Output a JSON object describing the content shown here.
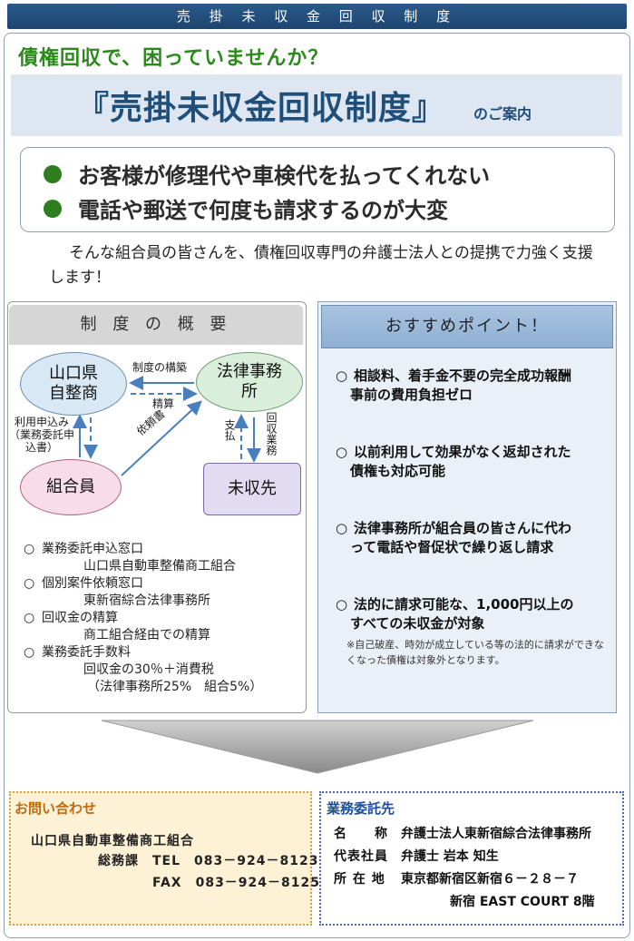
{
  "header": {
    "title": "売 掛 未 収 金 回 収 制 度"
  },
  "headline": "債権回収で、困っていませんか？",
  "title": {
    "main": "『売掛未収金回収制度』",
    "suffix": "のご案内"
  },
  "problems": [
    "お客様が修理代や車検代を払ってくれない",
    "電話や郵送で何度も請求するのが大変"
  ],
  "support_text": "そんな組合員の皆さんを、債権回収専門の弁護士法人との提携で力強く支援します！",
  "overview": {
    "heading": "制 度 の 概 要",
    "nodes": {
      "kenjisei": "山口県自整商",
      "law_office": "法律事務所",
      "member": "組合員",
      "debtor": "未収先"
    },
    "labels": {
      "system_build": "制度の構築",
      "settlement": "精算",
      "usage_request": "利用申込み（業務委託申込書）",
      "request_letter": "依頼書",
      "payment": "支払",
      "collection": "回収業務"
    },
    "items": [
      {
        "title": "業務委託申込窓口",
        "detail": "山口県自動車整備商工組合"
      },
      {
        "title": "個別案件依頼窓口",
        "detail": "東新宿綜合法律事務所"
      },
      {
        "title": "回収金の精算",
        "detail": "商工組合経由での精算"
      },
      {
        "title": "業務委託手数料",
        "detail": "回収金の30％＋消費税",
        "detail2": "（法律事務所25%　組合5%）"
      }
    ],
    "bullet": "○"
  },
  "recommend": {
    "heading": "おすすめポイント！",
    "items": [
      {
        "line1": "相談料、着手金不要の完全成功報酬",
        "line2": "事前の費用負担ゼロ"
      },
      {
        "line1": "以前利用して効果がなく返却された",
        "line2": "債権も対応可能"
      },
      {
        "line1": "法律事務所が組合員の皆さんに代わ",
        "line2": "って電話や督促状で繰り返し請求"
      },
      {
        "line1": "法的に請求可能な、1,000円以上の",
        "line2": "すべての未収金が対象"
      }
    ],
    "note": "※自己破産、時効が成立している等の法的に請求ができなくなった債権は対象外となります。",
    "bullet": "○"
  },
  "contact": {
    "title": "お問い合わせ",
    "org": "山口県自動車整備商工組合",
    "dept": "総務課",
    "tel": "TEL　083－924－8123",
    "fax": "FAX　083－924－8125"
  },
  "agent": {
    "title": "業務委託先",
    "rows": [
      {
        "key": "名　　称",
        "value": "弁護士法人東新宿綜合法律事務所"
      },
      {
        "key": "代表社員",
        "value": "弁護士 岩本 知生"
      },
      {
        "key": "所 在 地",
        "value": "東京都新宿区新宿６－２８－７"
      },
      {
        "key": "",
        "value": "新宿 EAST COURT 8階"
      }
    ]
  },
  "colors": {
    "header_bg": "#1d4570",
    "headline": "#2a8a1a",
    "title": "#1f4e79",
    "bullet": "#2e7d1e",
    "contact_bg": "#fdf1d6",
    "contact_title": "#c06a10",
    "agent_title": "#1f4e9a"
  }
}
